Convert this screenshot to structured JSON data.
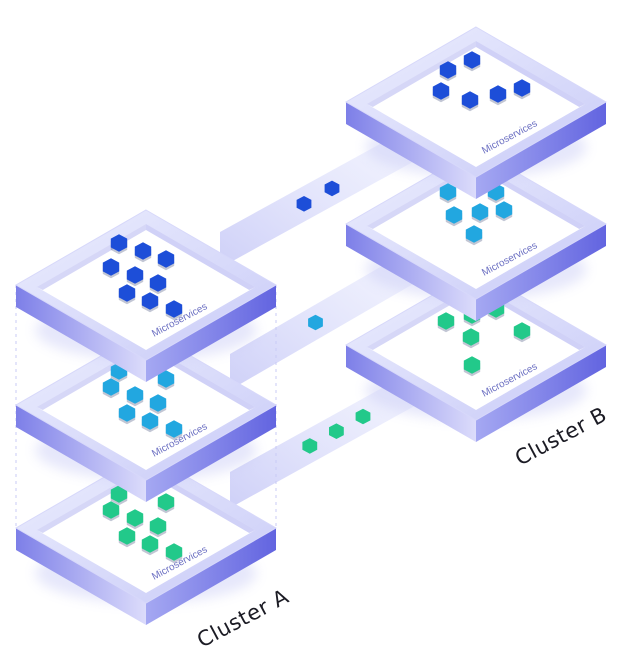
{
  "clusters": [
    {
      "label": "Cluster A",
      "layers": [
        {
          "label": "Microservices",
          "color": "#1d4ed8",
          "count": 9
        },
        {
          "label": "Microservices",
          "color": "#22a7e0",
          "count": 9
        },
        {
          "label": "Microservices",
          "color": "#22c98a",
          "count": 9
        }
      ]
    },
    {
      "label": "Cluster B",
      "layers": [
        {
          "label": "Microservices",
          "color": "#1d4ed8",
          "count": 6
        },
        {
          "label": "Microservices",
          "color": "#22a7e0",
          "count": 7
        },
        {
          "label": "Microservices",
          "color": "#22c98a",
          "count": 6
        }
      ]
    }
  ],
  "connections": [
    {
      "from_layer": 1,
      "to_layer": 1,
      "color": "#1d4ed8",
      "packets": 2
    },
    {
      "from_layer": 2,
      "to_layer": 2,
      "color": "#22a7e0",
      "packets": 1
    },
    {
      "from_layer": 3,
      "to_layer": 3,
      "color": "#22c98a",
      "packets": 3
    }
  ],
  "colors": {
    "frame_light": "#dfe0fb",
    "frame_dark": "#6b6ce4",
    "tray_top": "#ffffff"
  }
}
